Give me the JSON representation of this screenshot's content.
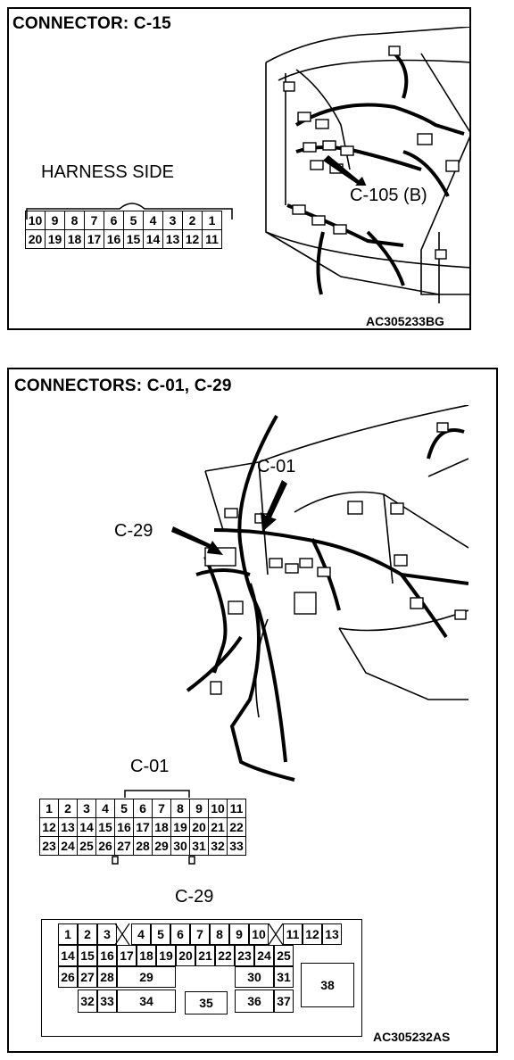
{
  "panel1": {
    "title": "CONNECTOR: C-15",
    "harness_label": "HARNESS SIDE",
    "connector_callout": "C-105 (B)",
    "figure_code": "AC305233BG",
    "pins_row1": [
      "10",
      "9",
      "8",
      "7",
      "6",
      "5",
      "4",
      "3",
      "2",
      "1"
    ],
    "pins_row2": [
      "20",
      "19",
      "18",
      "17",
      "16",
      "15",
      "14",
      "13",
      "12",
      "11"
    ]
  },
  "panel2": {
    "title": "CONNECTORS: C-01, C-29",
    "callout_c01": "C-01",
    "callout_c29": "C-29",
    "c01_label": "C-01",
    "c29_label": "C-29",
    "figure_code": "AC305232AS",
    "c01_row1": [
      "1",
      "2",
      "3",
      "4",
      "5",
      "6",
      "7",
      "8",
      "9",
      "10",
      "11"
    ],
    "c01_row2": [
      "12",
      "13",
      "14",
      "15",
      "16",
      "17",
      "18",
      "19",
      "20",
      "21",
      "22"
    ],
    "c01_row3": [
      "23",
      "24",
      "25",
      "26",
      "27",
      "28",
      "29",
      "30",
      "31",
      "32",
      "33"
    ],
    "c29_pins": {
      "p1": "1",
      "p2": "2",
      "p3": "3",
      "p4": "4",
      "p5": "5",
      "p6": "6",
      "p7": "7",
      "p8": "8",
      "p9": "9",
      "p10": "10",
      "p11": "11",
      "p12": "12",
      "p13": "13",
      "p14": "14",
      "p15": "15",
      "p16": "16",
      "p17": "17",
      "p18": "18",
      "p19": "19",
      "p20": "20",
      "p21": "21",
      "p22": "22",
      "p23": "23",
      "p24": "24",
      "p25": "25",
      "p26": "26",
      "p27": "27",
      "p28": "28",
      "p29": "29",
      "p30": "30",
      "p31": "31",
      "p32": "32",
      "p33": "33",
      "p34": "34",
      "p35": "35",
      "p36": "36",
      "p37": "37",
      "p38": "38"
    }
  }
}
